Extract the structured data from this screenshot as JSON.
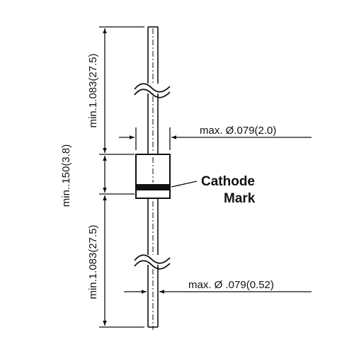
{
  "dimensions": {
    "top_lead_length": "min.1.083(27.5)",
    "body_length": "min..150(3.8)",
    "bottom_lead_length": "min.1.083(27.5)",
    "body_diameter": "max. Ø.079(2.0)",
    "lead_diameter": "max. Ø .079(0.52)"
  },
  "labels": {
    "cathode_line1": "Cathode",
    "cathode_line2": "Mark"
  },
  "colors": {
    "ink": "#111111",
    "background": "#ffffff"
  }
}
